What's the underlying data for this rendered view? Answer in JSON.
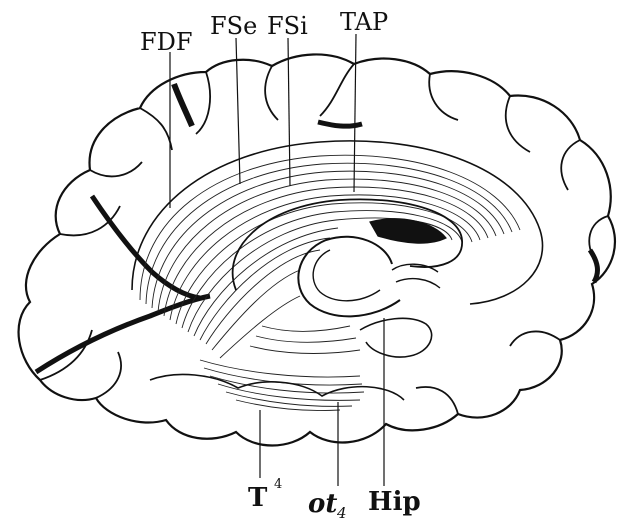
{
  "labels": {
    "fdf": "FDF",
    "fse": "FSe",
    "fsi": "FSi",
    "tap": "TAP",
    "t": "T",
    "t_sup": "4",
    "ot": "ot",
    "ot_sub": "4",
    "hip": "Hip"
  },
  "colors": {
    "ink": "#111111",
    "background": "#ffffff"
  }
}
